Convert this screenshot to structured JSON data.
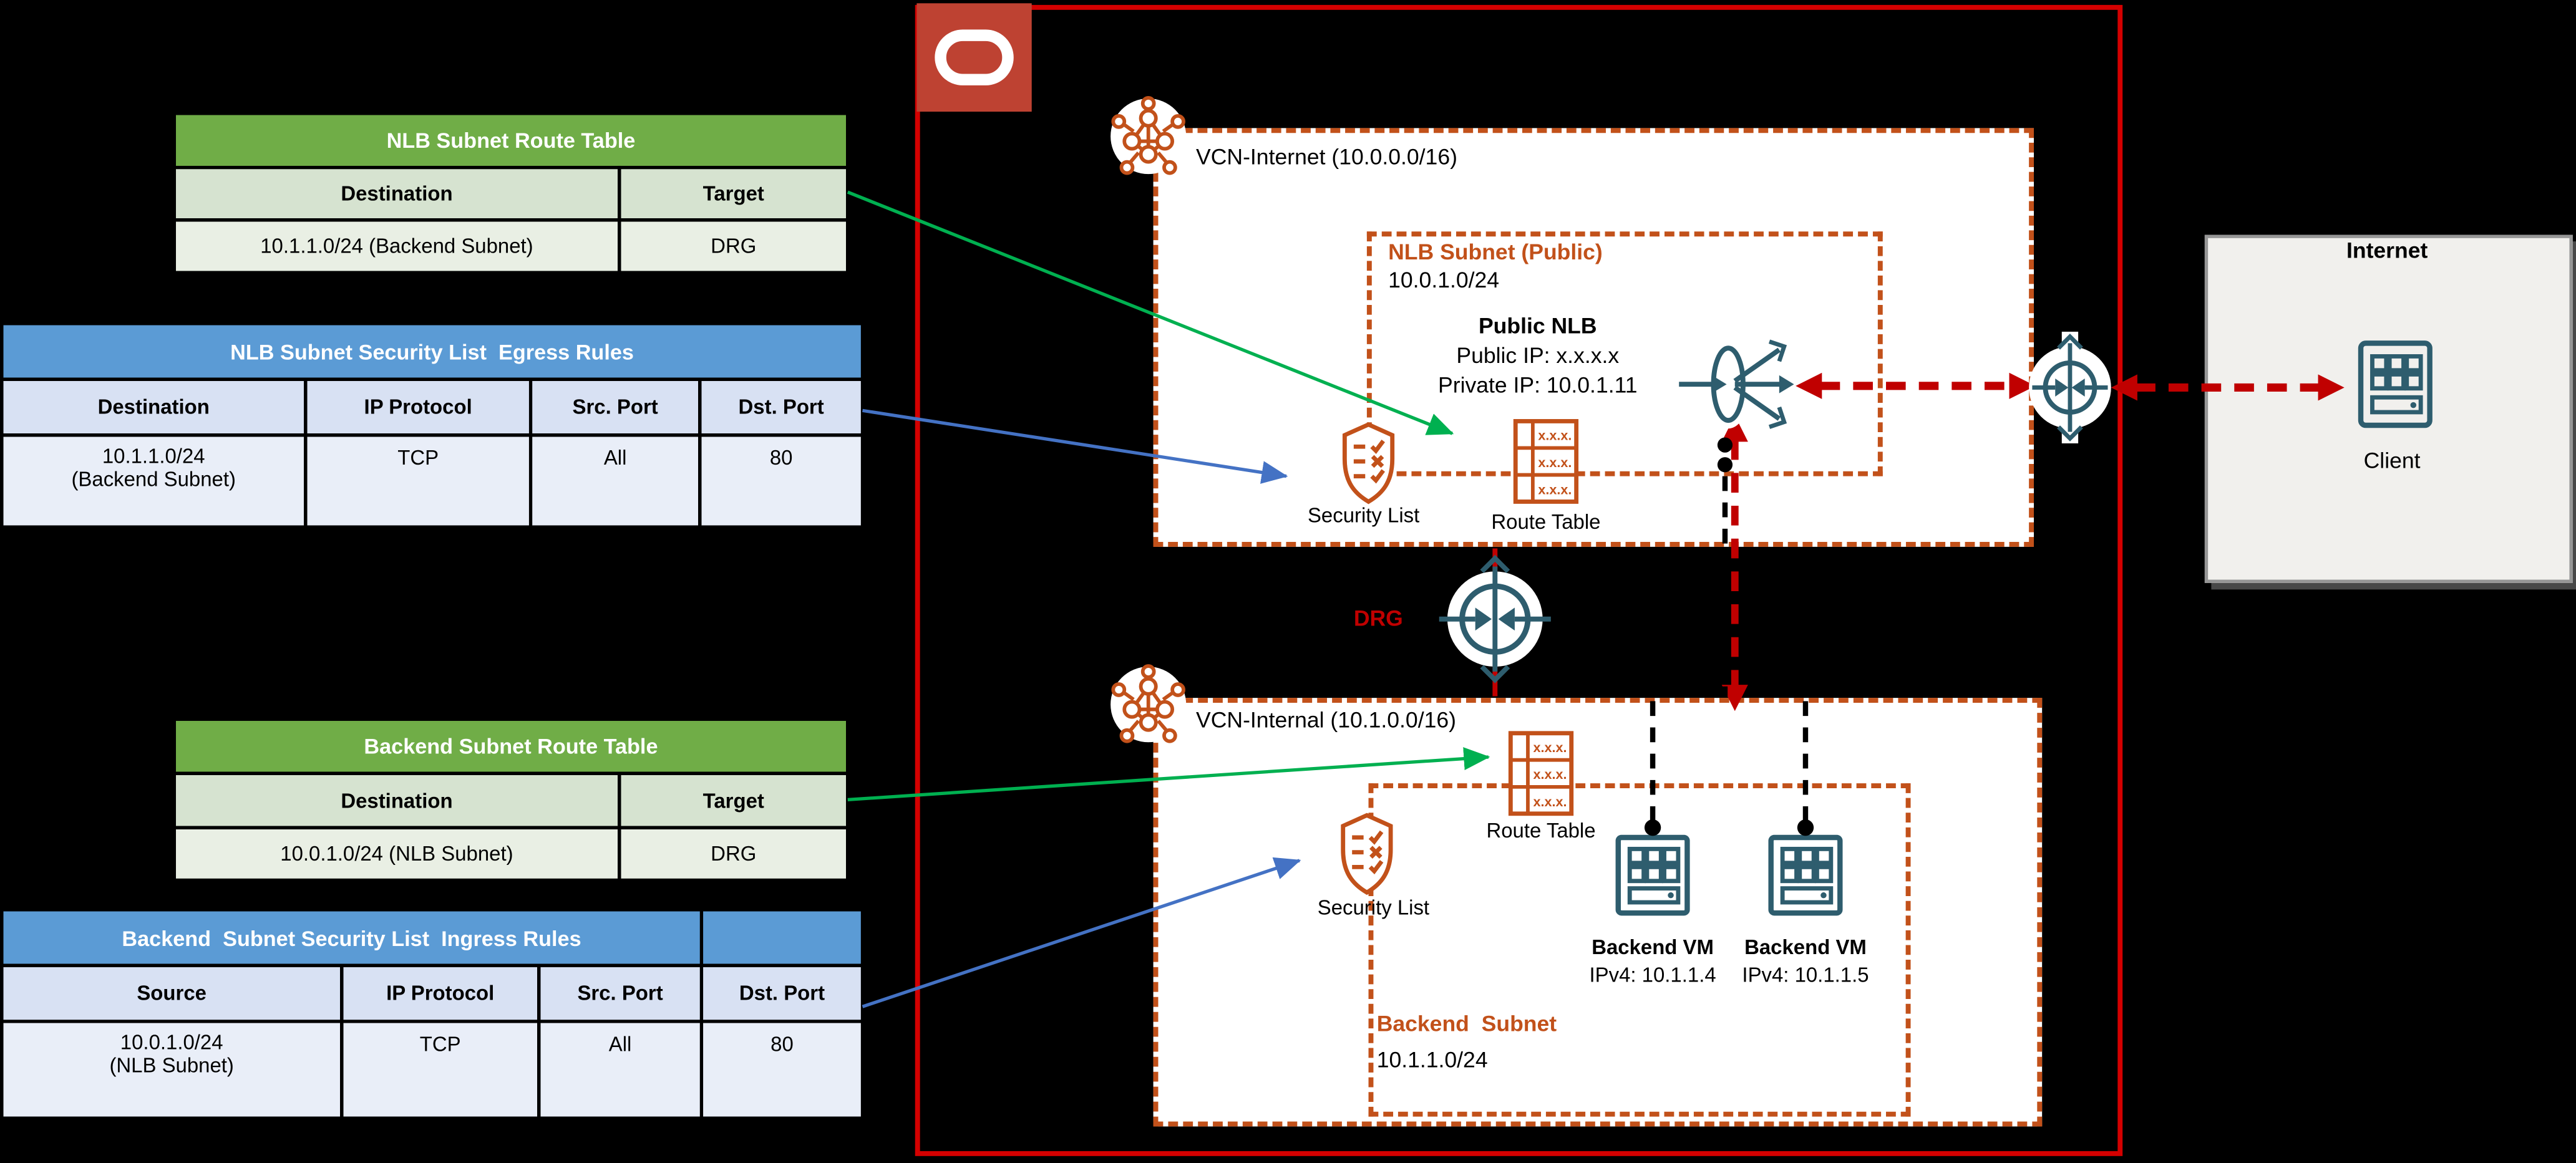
{
  "colors": {
    "orange_outline": "#C2511A",
    "teal_icon": "#2E5D6E",
    "red_arrow": "#C00000",
    "region_border": "#D40000",
    "green_arrow": "#00B050",
    "blue_arrow": "#4472C4",
    "green_table_header": "#70AD47",
    "blue_table_header": "#5B9BD5",
    "oracle_logo_red": "#BE4232"
  },
  "tables": [
    {
      "title": "NLB Subnet Route Table",
      "columns": [
        "Destination",
        "Target"
      ],
      "rows": [
        [
          "10.1.1.0/24 (Backend Subnet)",
          "DRG"
        ]
      ]
    },
    {
      "title": "NLB Subnet Security List  Egress Rules",
      "columns": [
        "Destination",
        "IP Protocol",
        "Src. Port",
        "Dst. Port"
      ],
      "rows": [
        [
          "10.1.1.0/24\n(Backend Subnet)",
          "TCP",
          "All",
          "80"
        ]
      ]
    },
    {
      "title": "Backend Subnet Route Table",
      "columns": [
        "Destination",
        "Target"
      ],
      "rows": [
        [
          "10.0.1.0/24 (NLB Subnet)",
          "DRG"
        ]
      ]
    },
    {
      "title": "Backend  Subnet Security List  Ingress Rules",
      "columns": [
        "Source",
        "IP Protocol",
        "Src. Port",
        "Dst. Port"
      ],
      "rows": [
        [
          "10.0.1.0/24\n(NLB Subnet)",
          "TCP",
          "All",
          "80"
        ]
      ]
    }
  ],
  "diagram": {
    "vcn_internet": {
      "label": "VCN-Internet (10.0.0.0/16)"
    },
    "nlb_subnet": {
      "name": "NLB Subnet (Public)",
      "cidr": "10.0.1.0/24"
    },
    "public_nlb": {
      "name": "Public NLB",
      "public_ip": "Public IP: x.x.x.x",
      "private_ip": "Private IP: 10.0.1.11"
    },
    "security_list_label": "Security List",
    "route_table_label": "Route Table",
    "route_cell": "x.x.x.",
    "drg_label": "DRG",
    "vcn_internal": {
      "label": "VCN-Internal (10.1.0.0/16)"
    },
    "backend_subnet": {
      "name": "Backend  Subnet",
      "cidr": "10.1.1.0/24"
    },
    "vm1": {
      "name": "Backend VM",
      "ip": "IPv4: 10.1.1.4"
    },
    "vm2": {
      "name": "Backend VM",
      "ip": "IPv4: 10.1.1.5"
    }
  },
  "internet_panel": {
    "title": "Internet",
    "client_label": "Client"
  }
}
